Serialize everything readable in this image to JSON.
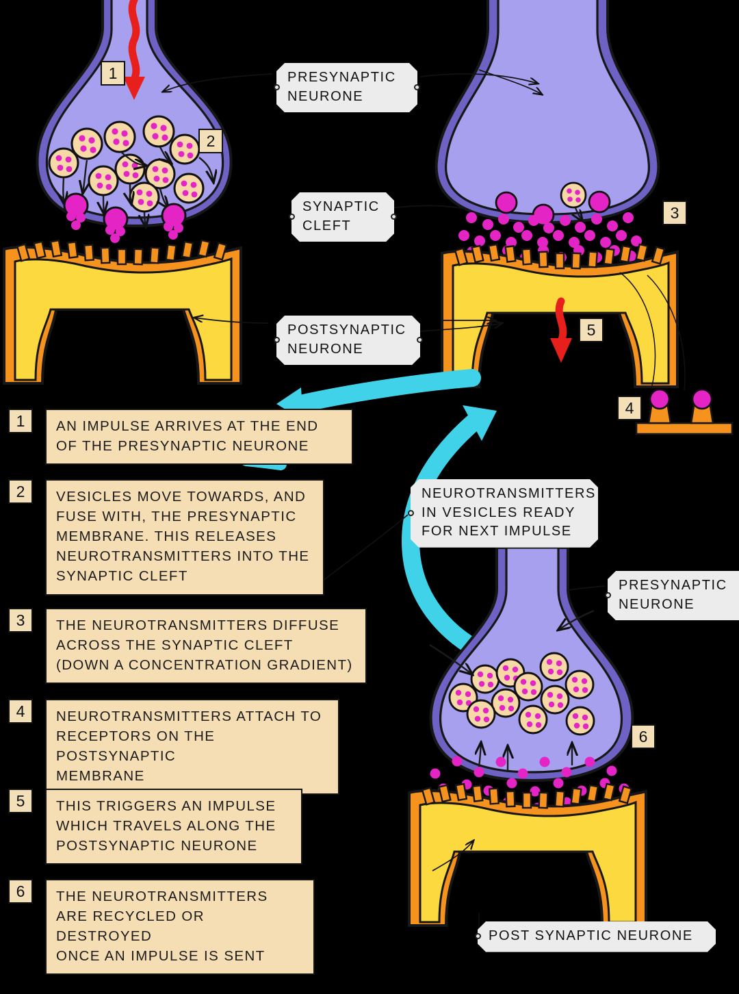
{
  "diagram": {
    "title": "Synaptic Transmission",
    "background_color": "#000000"
  },
  "palette": {
    "presynaptic_fill": "#A7A0EE",
    "presynaptic_edge": "#6E63C4",
    "postsynaptic_fill": "#FCD93F",
    "postsynaptic_edge": "#F6921E",
    "vesicle_fill": "#F7D9A8",
    "neurotransmitter": "#E524C6",
    "impulse_arrow": "#E8201C",
    "recycle_arrow": "#3FD2E8",
    "badge_fill": "#F3DFB8",
    "stepbox_fill": "#F6DEB4",
    "tag_fill": "#EDEDED"
  },
  "tags": [
    {
      "name": "presynaptic-neurone-top",
      "text": "PRESYNAPTIC\nNEURONE"
    },
    {
      "name": "synaptic-cleft",
      "text": "SYNAPTIC\nCLEFT"
    },
    {
      "name": "postsynaptic-neurone-top",
      "text": "POSTSYNAPTIC\nNEURONE"
    },
    {
      "name": "neurotransmitters-ready",
      "text": "NEUROTRANSMITTERS\nIN  VESICLES  READY\nFOR  NEXT  IMPULSE"
    },
    {
      "name": "presynaptic-neurone-bottom",
      "text": "PRESYNAPTIC\nNEURONE"
    },
    {
      "name": "post-synaptic-neurone-bottom",
      "text": "POST   SYNAPTIC   NEURONE"
    }
  ],
  "steps": [
    {
      "number": "1",
      "text": "AN  IMPULSE  ARRIVES  AT  THE  END\nOF  THE  PRESYNAPTIC  NEURONE"
    },
    {
      "number": "2",
      "text": "VESICLES  MOVE TOWARDS,  AND\nFUSE  WITH, THE  PRESYNAPTIC\nMEMBRANE.  THIS  RELEASES\nNEUROTRANSMITTERS  INTO  THE\nSYNAPTIC  CLEFT"
    },
    {
      "number": "3",
      "text": "THE  NEUROTRANSMITTERS  DIFFUSE\nACROSS  THE  SYNAPTIC  CLEFT\n(DOWN  A  CONCENTRATION  GRADIENT)"
    },
    {
      "number": "4",
      "text": "NEUROTRANSMITTERS  ATTACH  TO\nRECEPTORS  ON  THE  POSTSYNAPTIC\nMEMBRANE"
    },
    {
      "number": "5",
      "text": "THIS  TRIGGERS  AN  IMPULSE\nWHICH  TRAVELS  ALONG  THE\nPOSTSYNAPTIC   NEURONE"
    },
    {
      "number": "6",
      "text": "THE  NEUROTRANSMITTERS\nARE  RECYCLED  OR  DESTROYED\nONCE  AN  IMPULSE  IS  SENT"
    }
  ],
  "diagram_badges": [
    {
      "name": "badge-1-impulse-arrives",
      "number": "1"
    },
    {
      "name": "badge-2-vesicles-move",
      "number": "2"
    },
    {
      "name": "badge-3-diffuse-across-cleft",
      "number": "3"
    },
    {
      "name": "badge-4-receptors-detail",
      "number": "4"
    },
    {
      "name": "badge-5-postsynaptic-impulse",
      "number": "5"
    },
    {
      "name": "badge-6-recycled-destroyed",
      "number": "6"
    }
  ]
}
